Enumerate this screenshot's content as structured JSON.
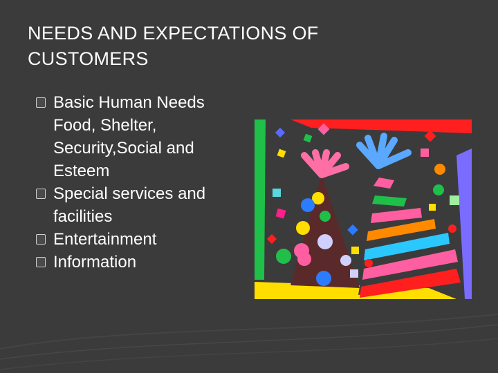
{
  "slide": {
    "title": "NEEDS AND EXPECTATIONS OF CUSTOMERS",
    "bullets": [
      {
        "label": "Basic Human Needs",
        "sub": "Food, Shelter, Security,Social and Esteem"
      },
      {
        "label": "Special services and facilities",
        "sub": ""
      },
      {
        "label": "Entertainment",
        "sub": ""
      },
      {
        "label": "Information",
        "sub": ""
      }
    ]
  },
  "colors": {
    "background": "#3b3b3b",
    "text": "#ffffff",
    "red": "#ff1f1f",
    "yellow": "#ffde00",
    "blue": "#2b7cff",
    "green": "#1fbf4a",
    "pink": "#ff5fa0",
    "orange": "#ff8a00",
    "purple": "#8a4dff",
    "brown": "#5a2a2a"
  },
  "artwork": {
    "name": "party-hats-clipart"
  }
}
